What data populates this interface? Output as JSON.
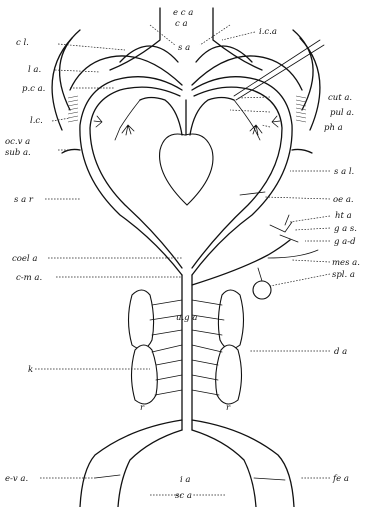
{
  "labels": {
    "eca": "e c a",
    "ca": "c a",
    "sa_top": "s a",
    "ica": "i.c.a",
    "cl": "c l.",
    "la": "l a.",
    "pca": "p.c a.",
    "cuta": "cut a.",
    "pula": "pul a.",
    "pha": "ph a",
    "lc": "l.c.",
    "ocva": "oc.v a",
    "suba": "sub a.",
    "sal": "s a l.",
    "oea": "oe a.",
    "sar": "s a r",
    "hta": "ht a",
    "gas": "g a s.",
    "gad": "g a-d",
    "coela": "coel a",
    "mesa": "mes a.",
    "spla": "spl. a",
    "cma": "c-m a.",
    "uga": "u.g a",
    "k": "k",
    "da": "d a",
    "eva": "e-v a.",
    "ia": "i a",
    "fea": "fe a",
    "sca": "sc a",
    "r": "r"
  }
}
